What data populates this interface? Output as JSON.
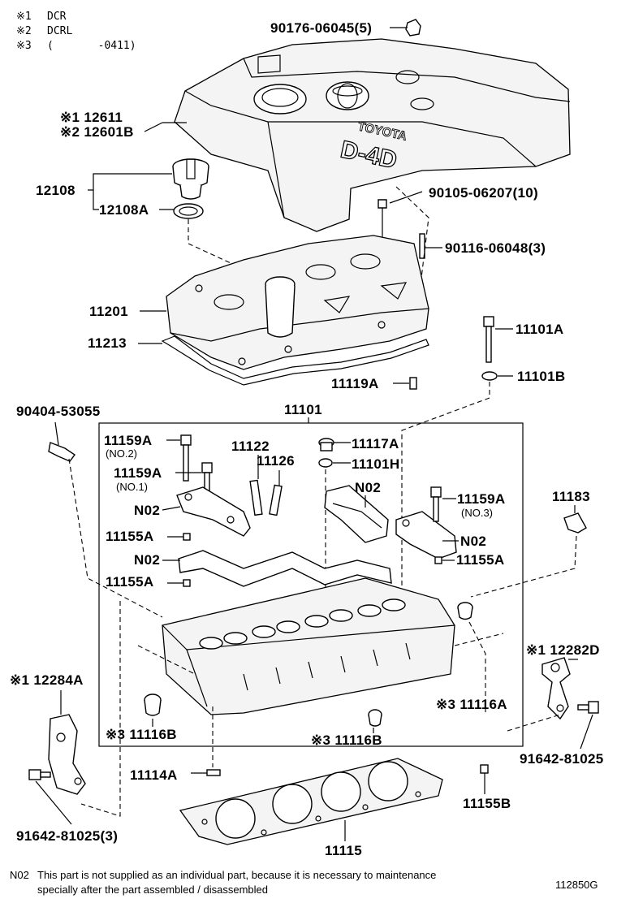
{
  "legend": [
    {
      "mark": "※1",
      "text": "DCR"
    },
    {
      "mark": "※2",
      "text": "DCRL"
    },
    {
      "mark": "※3",
      "text": "(       -0411)"
    }
  ],
  "cover_logo": {
    "brand": "TOYOTA",
    "model": "D-4D"
  },
  "labels": {
    "l_90176": "90176-06045(5)",
    "l_12611": "※1 12611",
    "l_12601b": "※2 12601B",
    "l_12108": "12108",
    "l_12108a": "12108A",
    "l_90105": "90105-06207(10)",
    "l_90116": "90116-06048(3)",
    "l_11201": "11201",
    "l_11213": "11213",
    "l_11101a": "11101A",
    "l_11101b": "11101B",
    "l_11119a": "11119A",
    "l_90404": "90404-53055",
    "l_11101": "11101",
    "l_11159a_2": "11159A",
    "l_no2": "(NO.2)",
    "l_11159a_1": "11159A",
    "l_no1": "(NO.1)",
    "l_11122": "11122",
    "l_11126": "11126",
    "l_11117a": "11117A",
    "l_11101h": "11101H",
    "l_n02_a": "N02",
    "l_n02_b": "N02",
    "l_n02_c": "N02",
    "l_n02_d": "N02",
    "l_11159a_3": "11159A",
    "l_no3": "(NO.3)",
    "l_11183": "11183",
    "l_11155a_1": "11155A",
    "l_11155a_2": "11155A",
    "l_11155a_3": "11155A",
    "l_12282d": "※1 12282D",
    "l_12284a": "※1 12284A",
    "l_11116a": "※3 11116A",
    "l_11116b_1": "※3 11116B",
    "l_11116b_2": "※3 11116B",
    "l_91642_r": "91642-81025",
    "l_11114a": "11114A",
    "l_11155b": "11155B",
    "l_91642_l": "91642-81025(3)",
    "l_11115": "11115"
  },
  "footnote": {
    "code": "N02",
    "line1": "This part is not supplied as an individual part, because it is necessary to maintenance",
    "line2": "specially after the part assembled / disassembled"
  },
  "figure_id": "112850G"
}
